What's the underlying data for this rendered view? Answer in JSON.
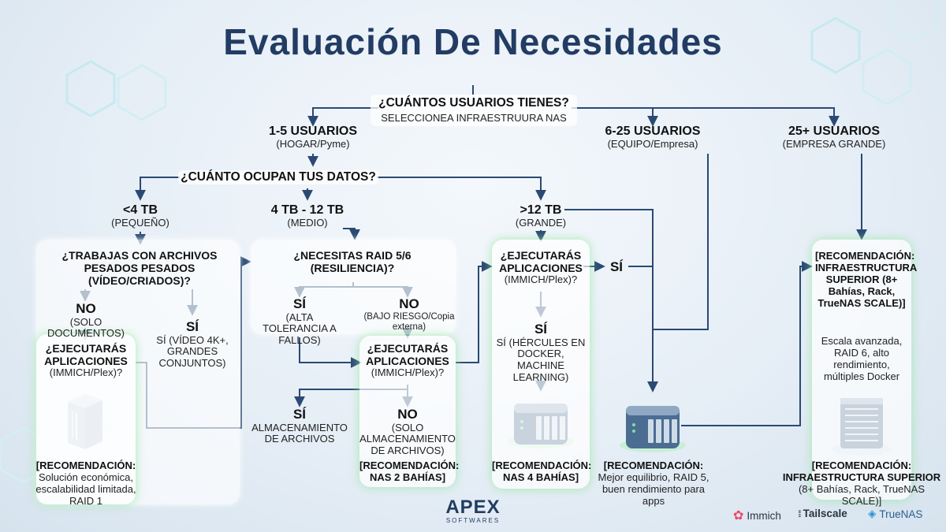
{
  "title": "Evaluación De Necesidades",
  "root": {
    "question": "¿CUÁNTOS USUARIOS TIENES?",
    "subtitle": "SELECCIONEA INFRAESTRUURA NAS"
  },
  "users": [
    {
      "label": "1-5 USUARIOS",
      "sub": "(HOGAR/Pyme)"
    },
    {
      "label": "6-25 USUARIOS",
      "sub": "(EQUIPO/Empresa)"
    },
    {
      "label": "25+ USUARIOS",
      "sub": "(EMPRESA GRANDE)"
    }
  ],
  "data_question": "¿CUÁNTO OCUPAN TUS DATOS?",
  "sizes": [
    {
      "label": "<4 TB",
      "sub": "(PEQUEÑO)"
    },
    {
      "label": "4 TB - 12 TB",
      "sub": "(MEDIO)"
    },
    {
      "label": ">12 TB",
      "sub": "(GRANDE)"
    }
  ],
  "small": {
    "question": "¿TRABAJAS CON ARCHIVOS PESADOS PESADOS (VÍDEO/CRIADOS)?",
    "no_label": "NO",
    "no_sub": "(SOLO DOCUMENTOS)",
    "yes_label": "SÍ",
    "yes_sub": "SÍ (VÍDEO 4K+, GRANDES CONJUNTOS)",
    "apps_title": "¿EJECUTARÁS APLICACIONES",
    "apps_sub": "(IMMICH/Plex)?",
    "rec_title": "[RECOMENDACIÓN:",
    "rec_body": "Solución económica, escalabilidad limitada, RAID 1"
  },
  "medium": {
    "question": "¿NECESITAS RAID 5/6 (RESILIENCIA)?",
    "yes_label": "SÍ",
    "yes_sub": "(ALTA TOLERANCIA A FALLOS)",
    "no_label": "NO",
    "no_sub": "(BAJO RIESGO/Copia externa)",
    "apps_title": "¿EJECUTARÁS APLICACIONES",
    "apps_sub": "(IMMICH/Plex)?",
    "yes2_label": "SÍ",
    "yes2_sub": "ALMACENAMIENTO DE ARCHIVOS",
    "no2_label": "NO",
    "no2_sub": "(SOLO ALMACENAMIENTO DE ARCHIVOS)",
    "rec": "[RECOMENDACIÓN: NAS 2 BAHÍAS]"
  },
  "large": {
    "apps_title": "¿EJECUTARÁS APLICACIONES",
    "apps_sub": "(IMMICH/Plex)?",
    "yes_side": "SÍ",
    "yes_label": "SÍ",
    "yes_sub": "SÍ (HÉRCULES EN DOCKER, MACHINE LEARNING)",
    "rec": "[RECOMENDACIÓN: NAS 4 BAHÍAS]"
  },
  "team": {
    "rec_title": "[RECOMENDACIÓN:",
    "rec_body": "Mejor equilibrio, RAID 5, buen rendimiento para apps"
  },
  "enterprise": {
    "rec_top": "[RECOMENDACIÓN: INFRAESTRUCTURA SUPERIOR (8+ Bahías, Rack, TrueNAS SCALE)]",
    "desc": "Escala avanzada, RAID 6, alto rendimiento, múltiples Docker",
    "rec_bottom_title": "[RECOMENDACIÓN: INFRAESTRUCTURA SUPERIOR",
    "rec_bottom_sub": "(8+ Bahías, Rack, TrueNAS SCALE)]"
  },
  "brand": {
    "name": "APEX",
    "sub": "SOFTWARES"
  },
  "footer": [
    "Immich",
    "Tailscale",
    "TrueNAS"
  ],
  "colors": {
    "title": "#223c63",
    "line": "#2a4a73",
    "glow": "#9fe6b0"
  }
}
